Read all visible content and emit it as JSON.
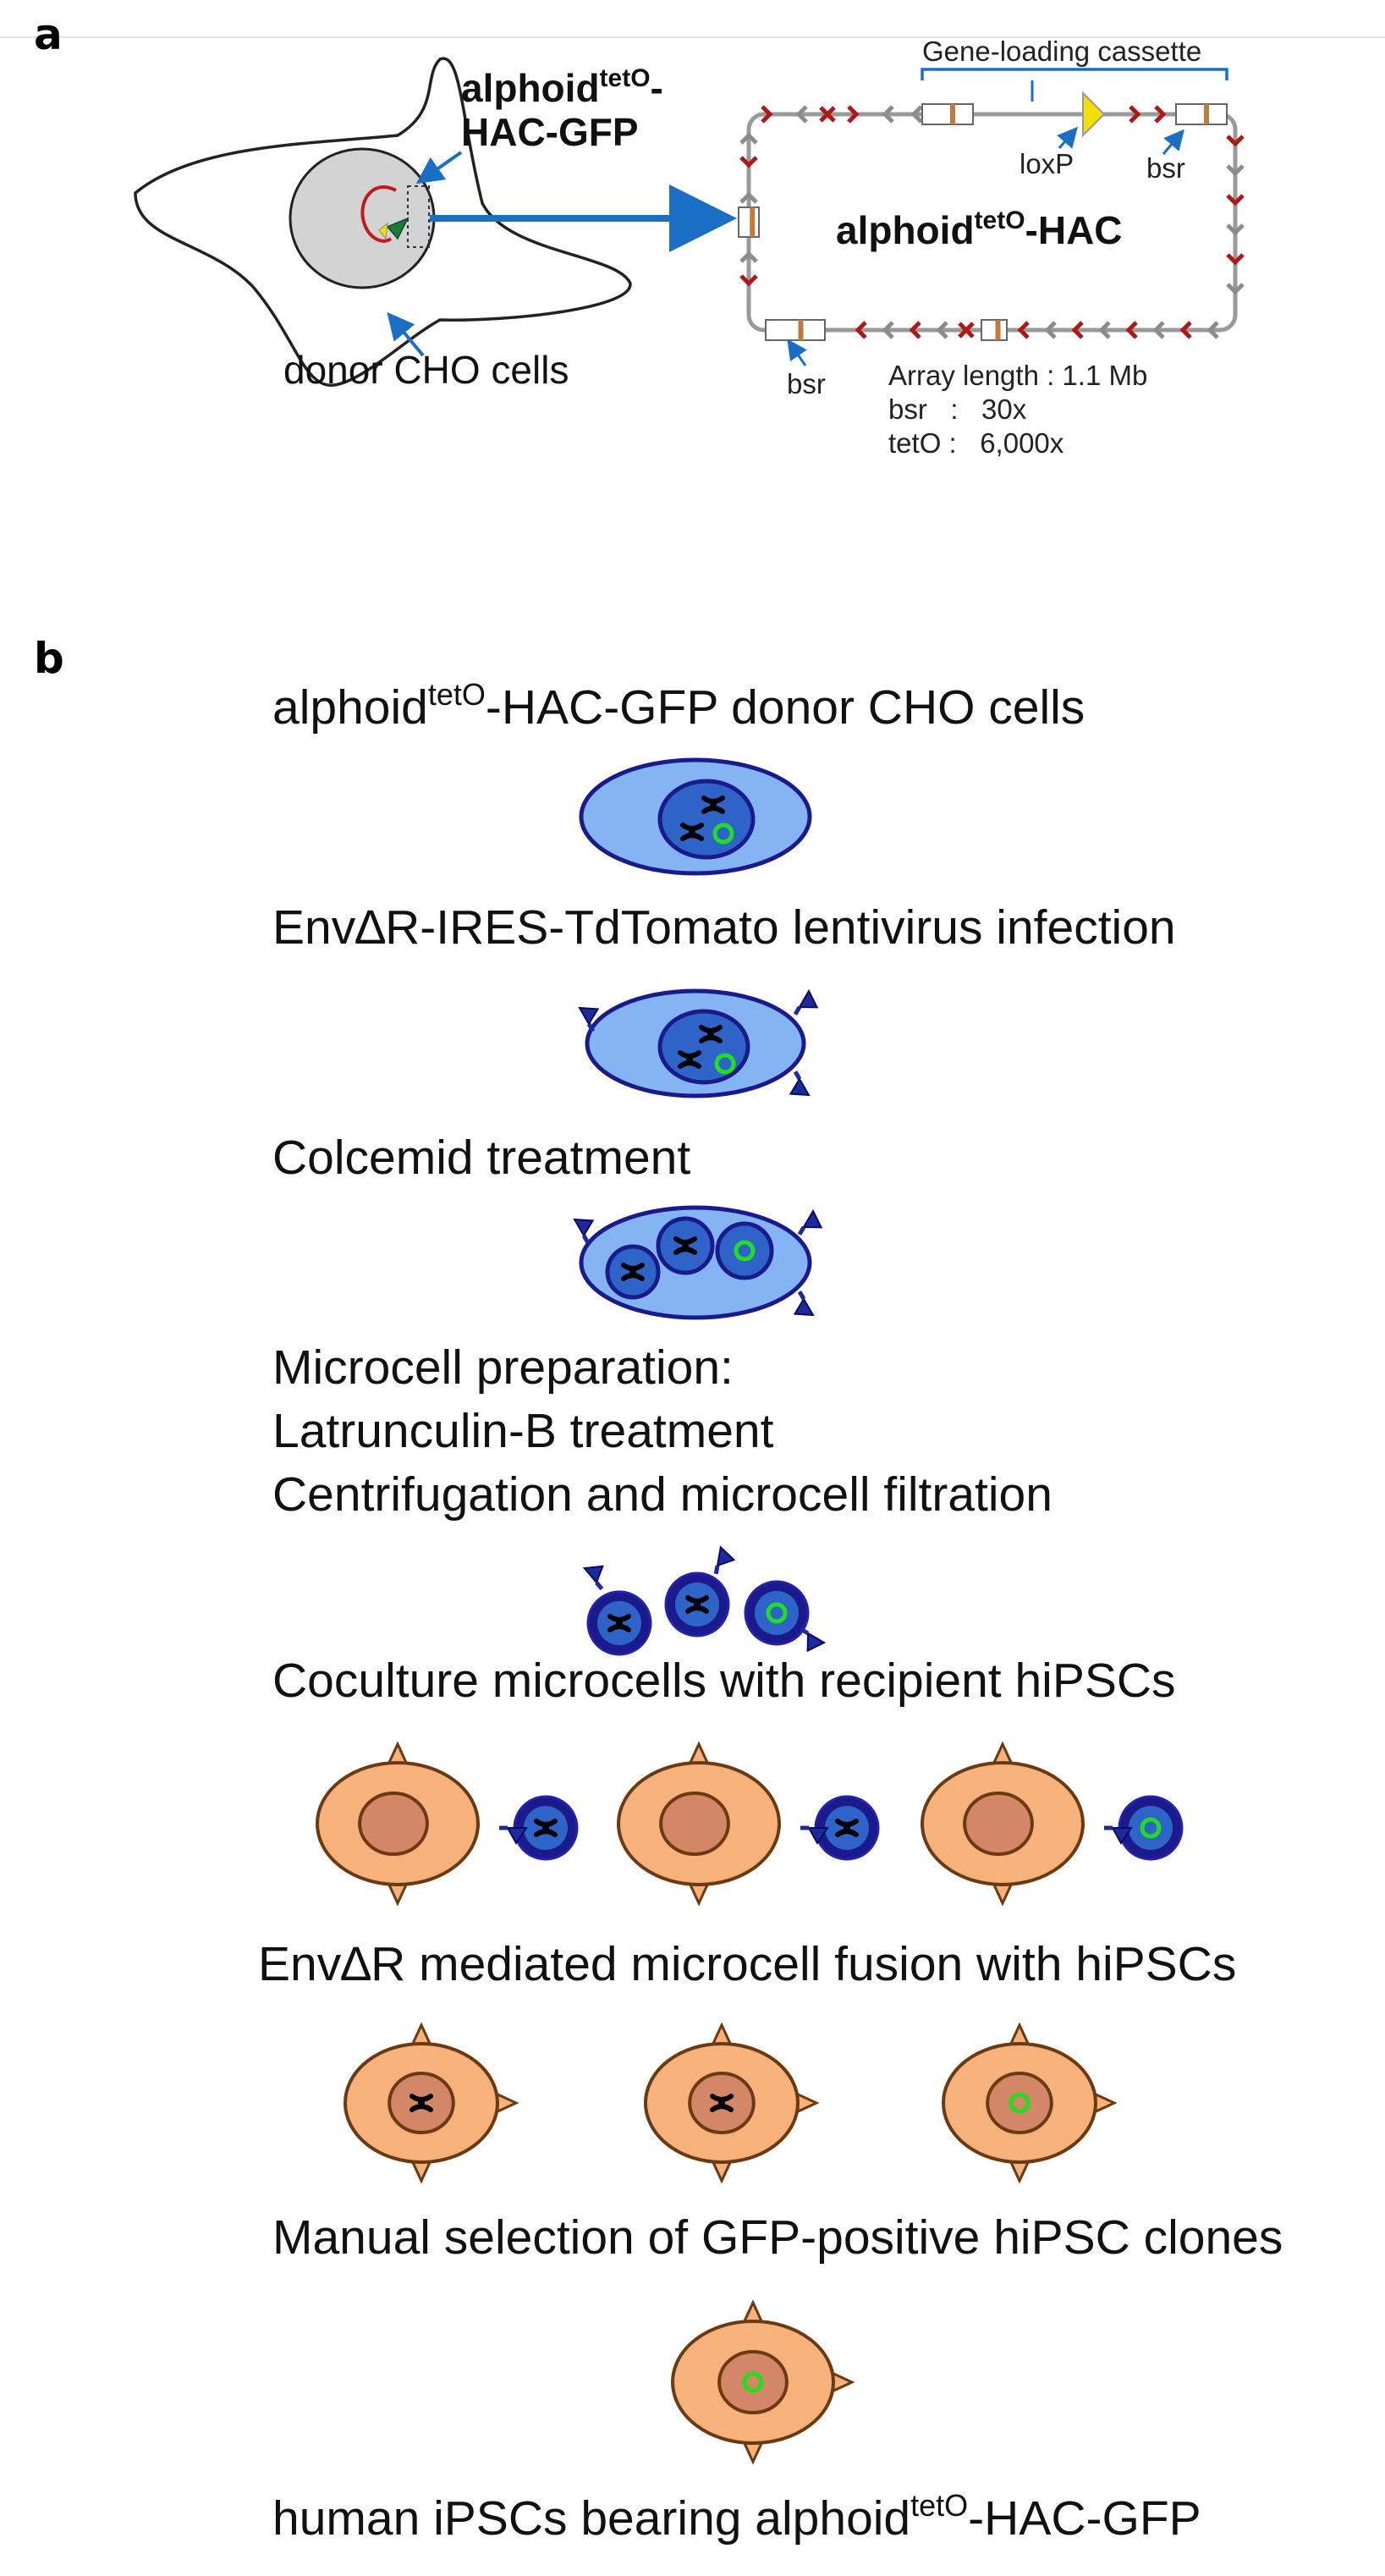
{
  "panel_a": {
    "letter": "a",
    "hac_gfp_label": {
      "main": "alphoid",
      "sup": "tetO",
      "rest": "-",
      "line2": "HAC-GFP"
    },
    "donor_label": "donor CHO cells",
    "hac_label": {
      "main": "alphoid",
      "sup": "tetO",
      "rest": "-HAC"
    },
    "cassette_label": "Gene-loading cassette",
    "loxp_label": "loxP",
    "bsr_label_right": "bsr",
    "bsr_label_bottom": "bsr",
    "array_info": {
      "line1": "Array length : 1.1 Mb",
      "line2": "bsr   :   30x",
      "line3": "tetO :   6,000x"
    }
  },
  "panel_b": {
    "letter": "b",
    "step1": {
      "main": "alphoid",
      "sup": "tetO",
      "rest": "-HAC-GFP donor CHO cells"
    },
    "step2": {
      "pre": "Env",
      "delta": "∆",
      "rest": "R-IRES-TdTomato lentivirus infection"
    },
    "step3": "Colcemid treatment",
    "step4": {
      "line1": "Microcell preparation:",
      "line2": "Latrunculin-B treatment",
      "line3": "Centrifugation and microcell filtration"
    },
    "step5": "Coculture microcells with recipient hiPSCs",
    "step6": {
      "pre": "Env",
      "delta": "∆",
      "rest": "R mediated microcell fusion with hiPSCs"
    },
    "step7": "Manual selection of GFP-positive hiPSC clones",
    "step8": {
      "main": "human iPSCs bearing alphoid",
      "sup": "tetO",
      "rest": "-HAC-GFP"
    }
  },
  "colors": {
    "cell_blue": "#85b4f2",
    "nucleus_blue": "#2e64c8",
    "microcell_dark": "#1a1a8c",
    "env_blue": "#1c2aa0",
    "ipsc_orange": "#f7b17a",
    "ipsc_nucleus": "#d48766",
    "gfp_green": "#22dd22",
    "array_red": "#b01818",
    "array_gray": "#8c8c8c",
    "arrow_blue": "#1a6fc4",
    "loxp_yellow": "#f4e000"
  }
}
